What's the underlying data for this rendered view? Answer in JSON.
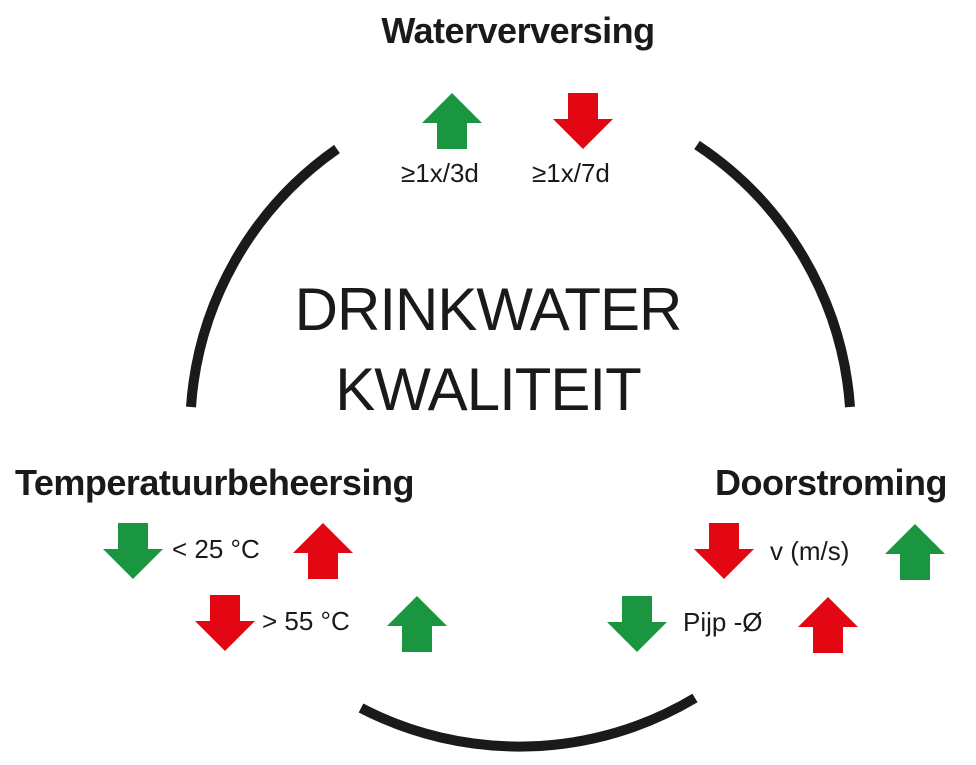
{
  "colors": {
    "ring": "#1a1a1a",
    "up_green": "#1a9641",
    "down_green": "#1a9641",
    "up_red": "#e30613",
    "down_red": "#e30613"
  },
  "center": {
    "line1": "DRINKWATER",
    "line2": "KWALITEIT"
  },
  "waterverversing": {
    "heading": "Waterverversing",
    "good_label": "≥1x/3d",
    "good_icon": "green-up-arrow-icon",
    "bad_label": "≥1x/7d",
    "bad_icon": "red-down-arrow-icon"
  },
  "temperatuur": {
    "heading": "Temperatuurbeheersing",
    "row1_label": "< 25 °C",
    "row1_left_icon": "green-down-arrow-icon",
    "row1_right_icon": "red-up-arrow-icon",
    "row2_label": "> 55 °C",
    "row2_left_icon": "red-down-arrow-icon",
    "row2_right_icon": "green-up-arrow-icon"
  },
  "doorstroming": {
    "heading": "Doorstroming",
    "row1_label": "v (m/s)",
    "row1_left_icon": "red-down-arrow-icon",
    "row1_right_icon": "green-up-arrow-icon",
    "row2_label": "Pijp -Ø",
    "row2_left_icon": "green-down-arrow-icon",
    "row2_right_icon": "red-up-arrow-icon"
  }
}
